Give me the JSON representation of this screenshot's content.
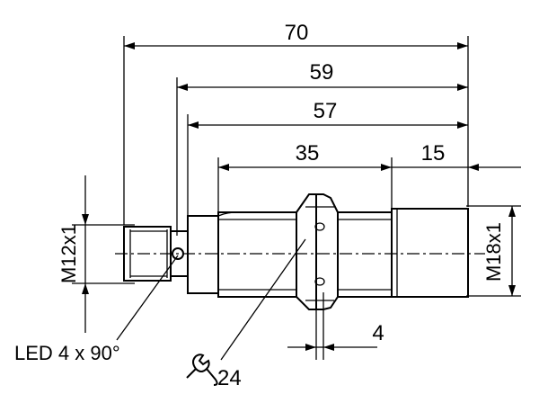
{
  "dimensions": {
    "overall": "70",
    "to_led_housing": "59",
    "to_body_start": "57",
    "thread_length": "35",
    "sensor_face": "15",
    "nut_thickness": "4"
  },
  "labels": {
    "connector_thread": "M12x1",
    "body_thread": "M18x1",
    "led": "LED 4 x 90°",
    "wrench_size": "24"
  },
  "icons": {
    "wrench": "wrench-icon"
  }
}
